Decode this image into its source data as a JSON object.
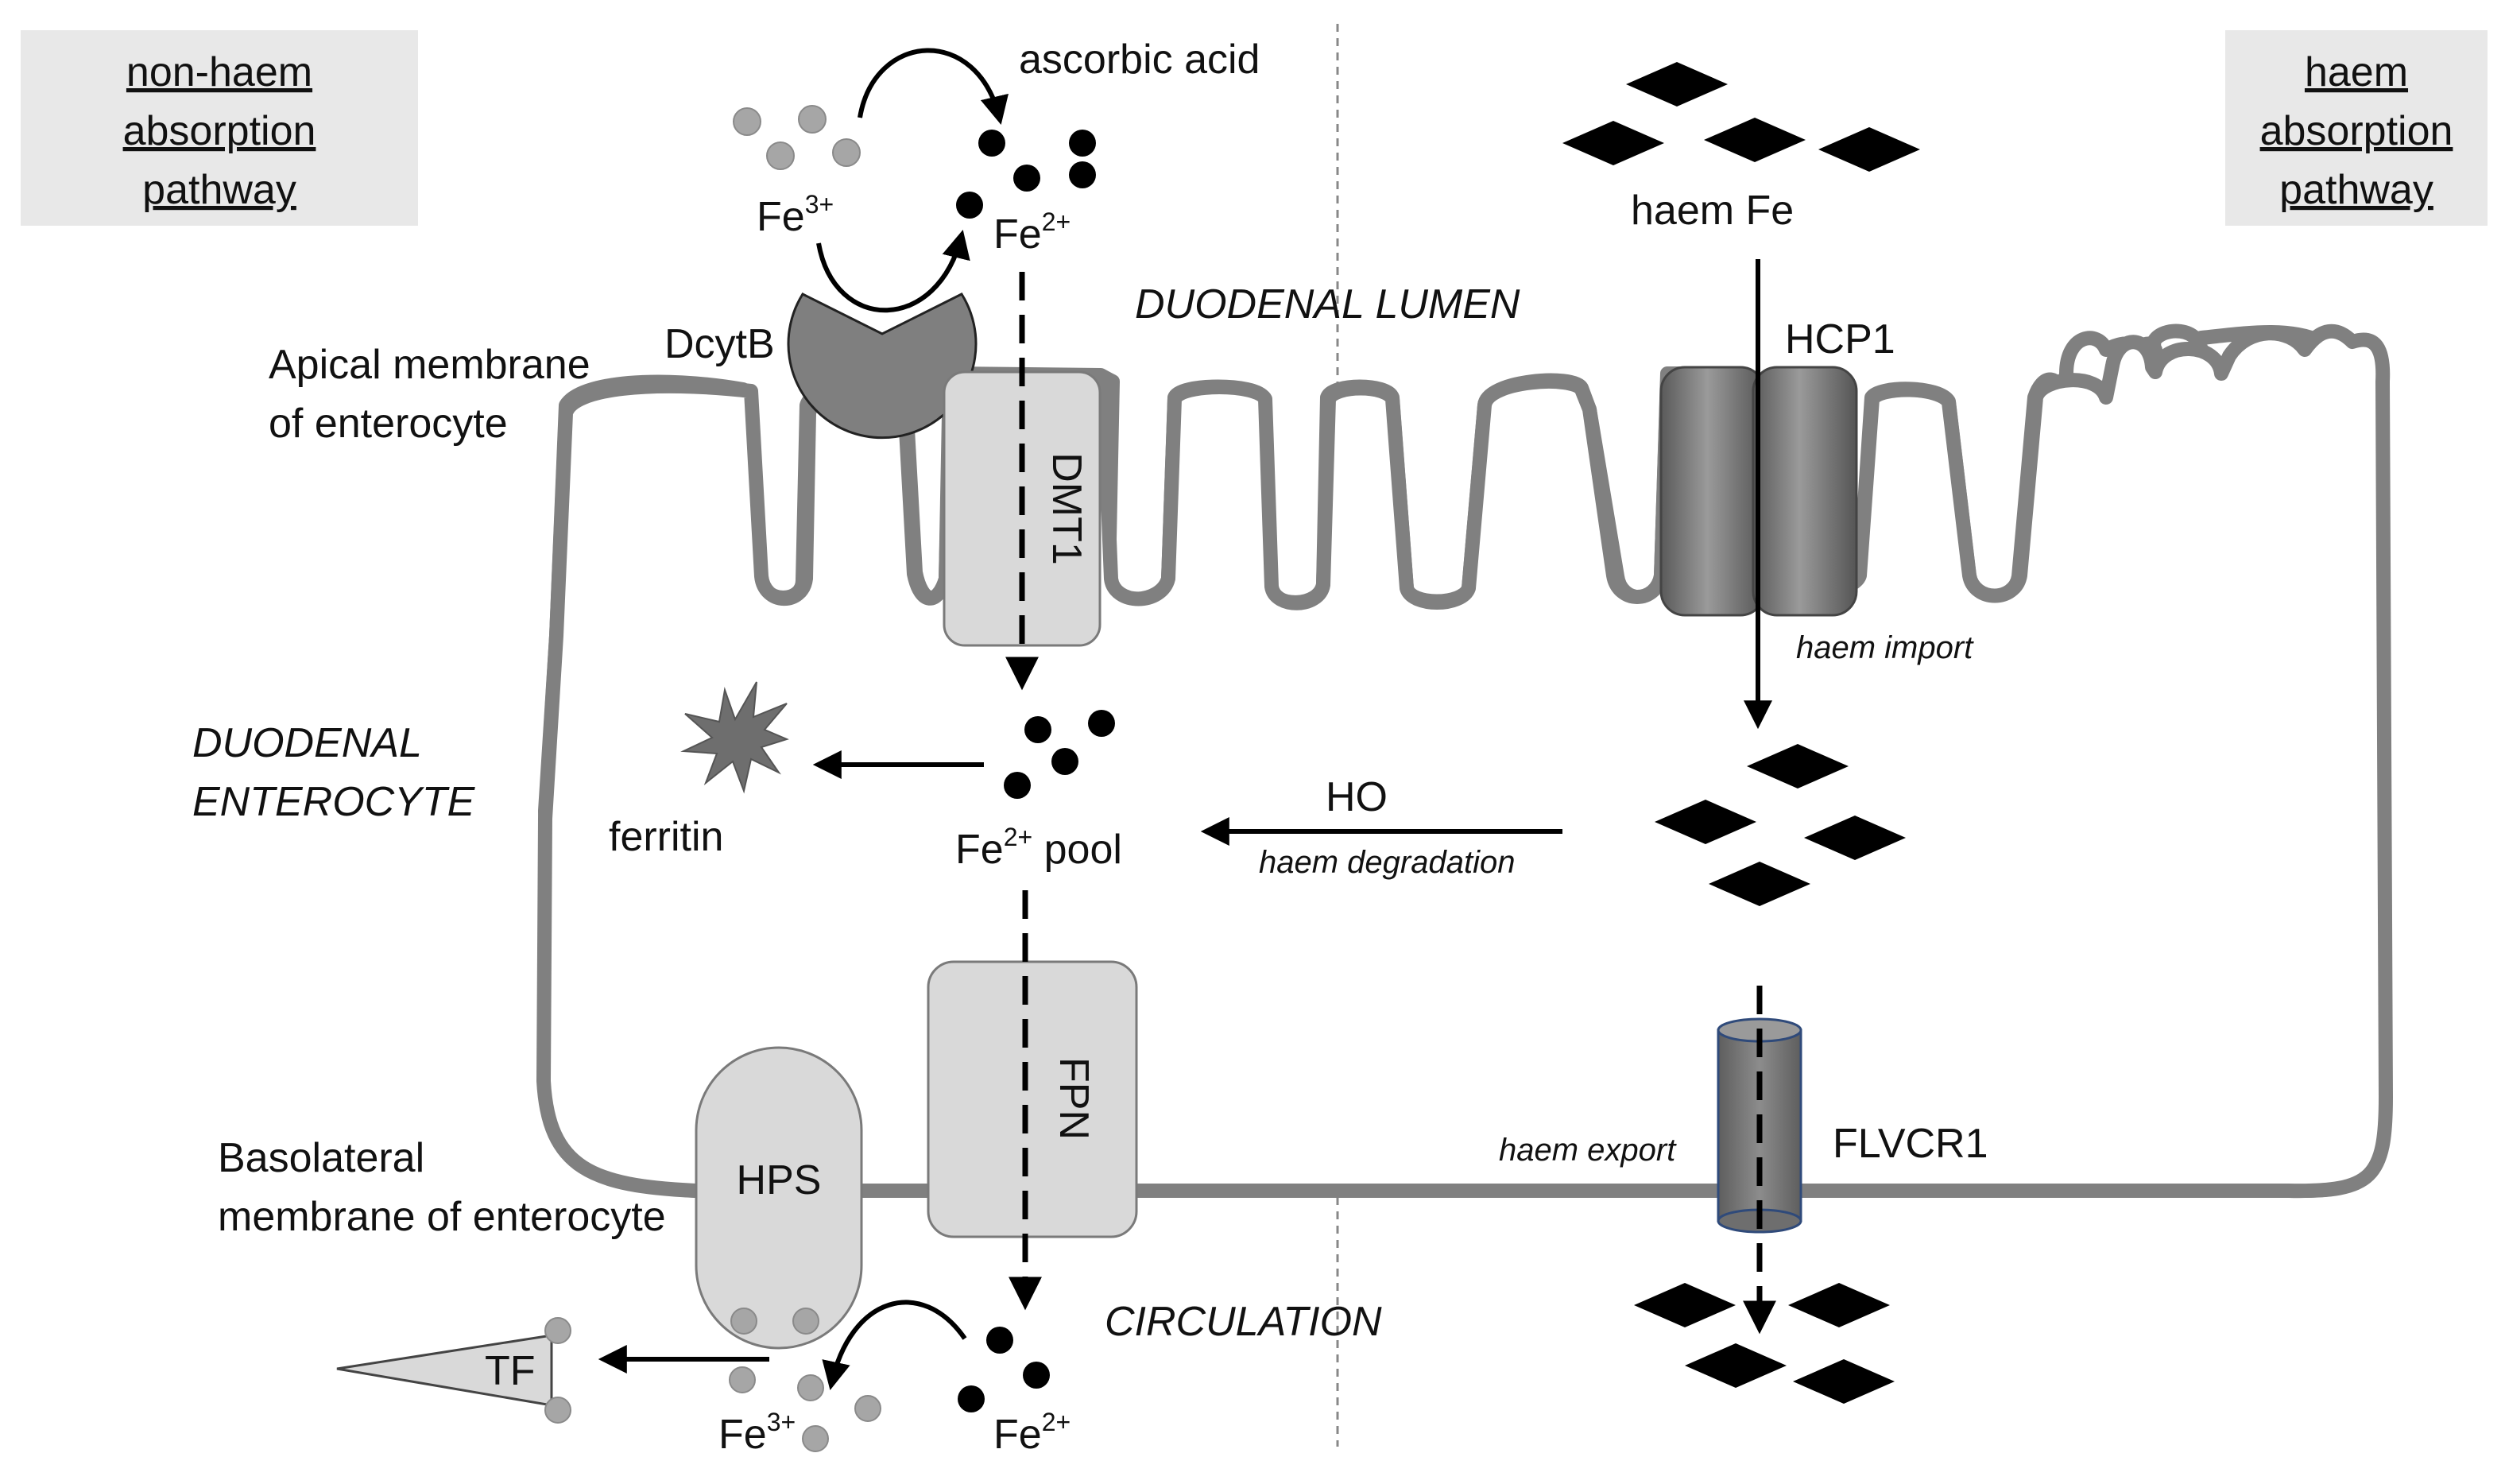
{
  "pathways": {
    "non_haem": [
      "non-haem",
      "absorption",
      "pathway"
    ],
    "haem": [
      "haem",
      "absorption",
      "pathway"
    ]
  },
  "regions": {
    "lumen": "DUODENAL LUMEN",
    "enterocyte": [
      "DUODENAL",
      "ENTEROCYTE"
    ],
    "circulation": "CIRCULATION"
  },
  "membranes": {
    "apical": [
      "Apical membrane",
      "of enterocyte"
    ],
    "basolateral": [
      "Basolateral",
      "membrane of enterocyte"
    ]
  },
  "species": {
    "ascorbic_acid": "ascorbic acid",
    "fe3_top": {
      "base": "Fe",
      "sup": "3+"
    },
    "fe2_top": {
      "base": "Fe",
      "sup": "2+"
    },
    "fe2_pool": {
      "base": "Fe",
      "sup": "2+",
      "tail": " pool"
    },
    "ferritin": "ferritin",
    "haem_fe": "haem Fe",
    "fe3_bottom": {
      "base": "Fe",
      "sup": "3+"
    },
    "fe2_bottom": {
      "base": "Fe",
      "sup": "2+"
    }
  },
  "proteins": {
    "dcytb": "DcytB",
    "dmt1": "DMT1",
    "hcp1": "HCP1",
    "fpn": "FPN",
    "hps": "HPS",
    "flvcr1": "FLVCR1",
    "tf": "TF",
    "ho": "HO"
  },
  "processes": {
    "haem_import": "haem import",
    "haem_degradation": "haem degradation",
    "haem_export": "haem export"
  },
  "colors": {
    "membrane": "#808080",
    "label_box": "#e8e8e8",
    "protein_light": "#d9d9d9",
    "protein_dark": "#7f7f7f",
    "fe3_dot": "#a6a6a6",
    "fe2_dot": "#000000",
    "haem": "#000000",
    "ferritin": "#6e6e6e",
    "flvcr_border": "#2f4a7a"
  },
  "icons": {
    "ferritin": "starburst-icon",
    "haem": "diamond-icon"
  }
}
